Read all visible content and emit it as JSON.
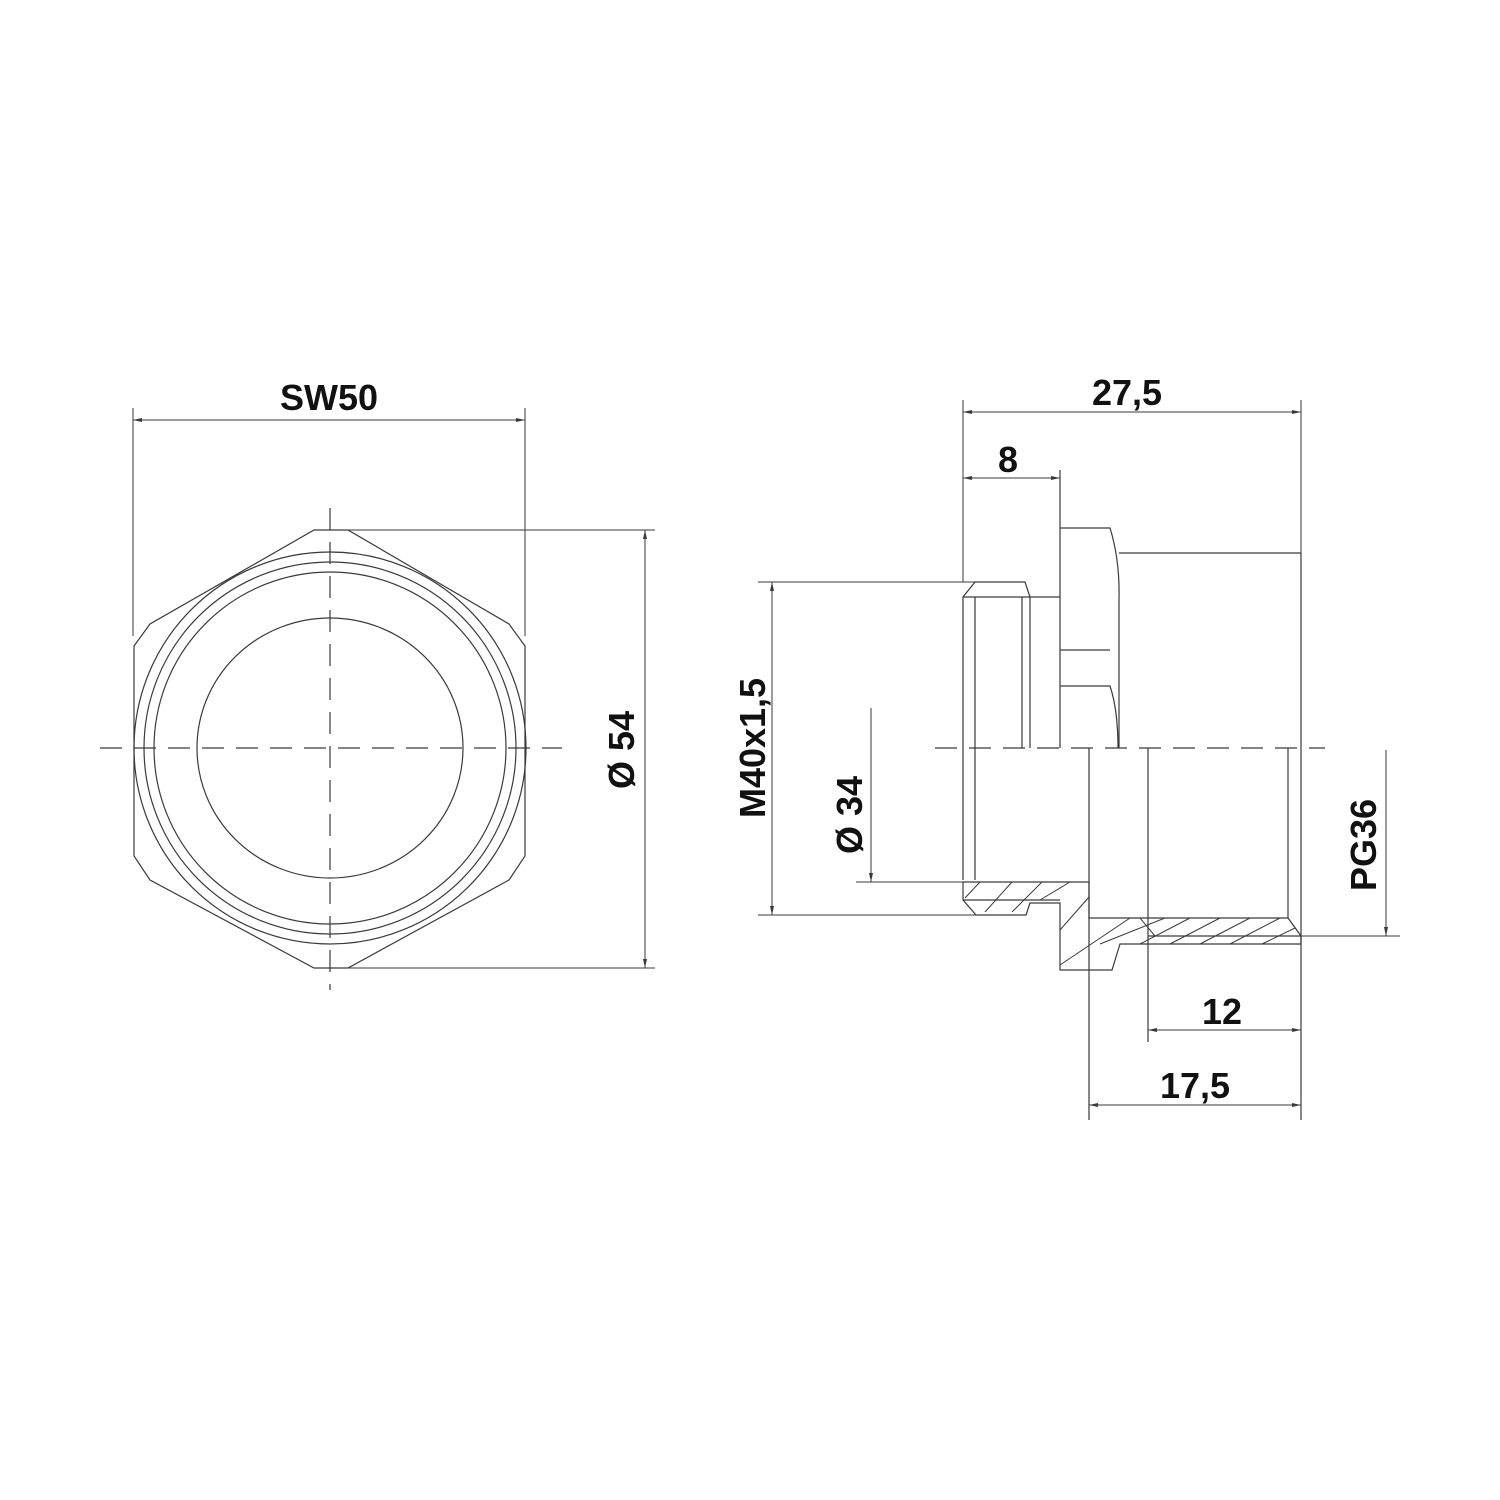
{
  "drawing": {
    "type": "technical-drawing",
    "subject": "cable gland thread adapter",
    "front_view": {
      "dimensions": {
        "width_across_flats": "SW50",
        "outer_diameter": "Ø 54"
      }
    },
    "side_section_view": {
      "dimensions": {
        "overall_length": "27,5",
        "thread_length": "8",
        "male_thread": "M40x1,5",
        "inner_diameter": "Ø 34",
        "female_thread": "PG36",
        "female_thread_depth": "12",
        "body_length": "17,5"
      }
    },
    "line_color": "#3a3a3a",
    "text_color": "#111111",
    "background": "#ffffff"
  }
}
